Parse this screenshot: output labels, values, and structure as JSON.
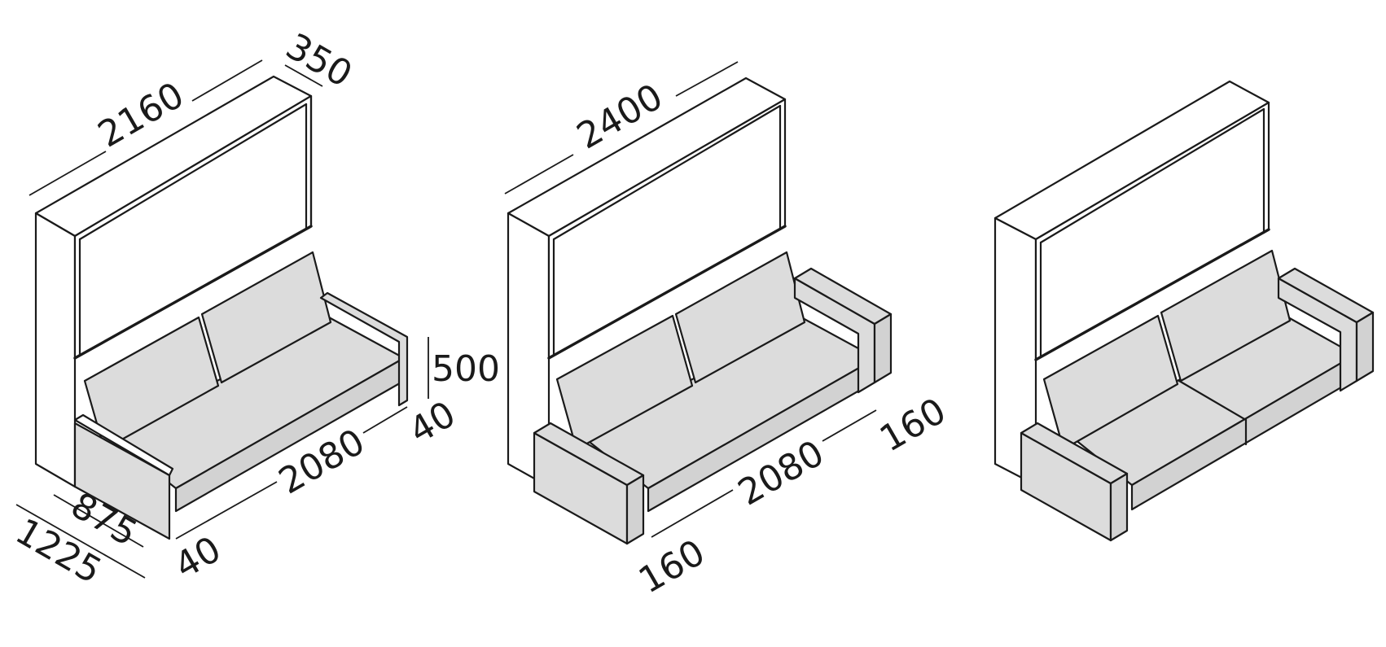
{
  "diagrams": [
    {
      "dimensions": {
        "top_width": "2160",
        "top_depth": "350",
        "height_arm": "500",
        "arm_right": "40",
        "seat_width": "2080",
        "arm_left": "40",
        "seat_depth": "875",
        "total_depth": "1225"
      }
    },
    {
      "dimensions": {
        "top_width": "2400",
        "arm_right": "160",
        "seat_width": "2080",
        "arm_left": "160"
      }
    },
    {
      "dimensions": {}
    }
  ],
  "colors": {
    "line": "#1a1a1a",
    "upholstery": "#dcdcdc",
    "cabinet": "#ffffff"
  }
}
